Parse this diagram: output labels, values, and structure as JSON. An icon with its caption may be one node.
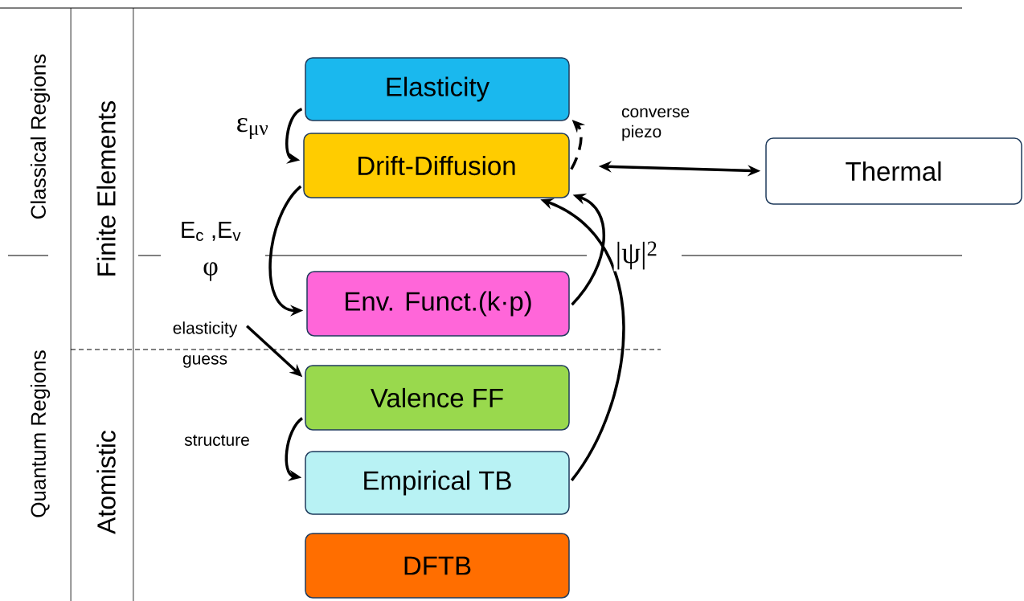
{
  "diagram": {
    "nodes": [
      {
        "text": [
          "Elasticity"
        ]
      },
      {
        "text": [
          "Drift-Diffusion"
        ]
      },
      {
        "text": [
          "Thermal"
        ]
      },
      {
        "text": [
          "Env. Funct.(k·p)"
        ]
      },
      {
        "text": [
          "Valence FF"
        ]
      },
      {
        "text": [
          "Empirical TB"
        ]
      },
      {
        "text": [
          "DFTB"
        ]
      },
      {
        "text": [
          "elasticity guess"
        ]
      }
    ],
    "edges": [
      {
        "from": 0,
        "to": 1,
        "arrow": "to",
        "label": "ε$_{μν}$"
      },
      {
        "from": 1,
        "to": 0,
        "arrow": "to",
        "style": "dashed",
        "label": "converse piezo"
      },
      {
        "from": 1,
        "to": 2,
        "arrow": "both"
      },
      {
        "from": 1,
        "to": 3,
        "arrow": "to",
        "label": "E$_{c}$ ,E$_{v}$"
      },
      {
        "from": 3,
        "to": 1,
        "arrow": "to"
      },
      {
        "from": 5,
        "to": 1,
        "arrow": "to",
        "label": "|ψ|$^{2}$"
      },
      {
        "from": 7,
        "to": 4,
        "arrow": "to"
      },
      {
        "from": 4,
        "to": 5,
        "arrow": "to",
        "label": "structure"
      }
    ],
    "labels": [
      "Classical Regions",
      "Quantum Regions",
      "Finite Elements",
      "Atomistic",
      "φ"
    ]
  }
}
